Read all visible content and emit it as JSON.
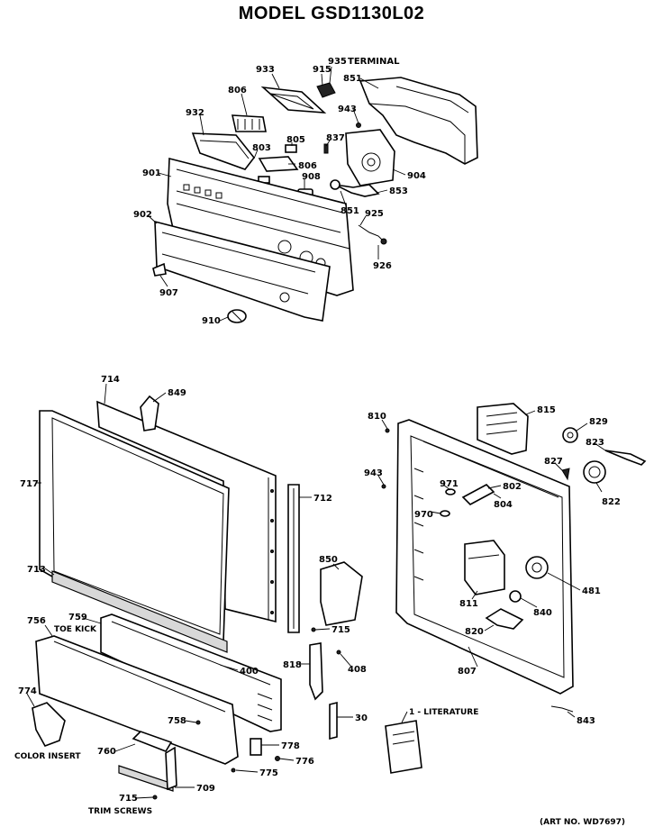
{
  "title": "MODEL GSD1130L02",
  "art_number": "(ART NO. WD7697)",
  "part_labels": {
    "p933": "933",
    "p915": "915",
    "p935": "935",
    "terminal": "TERMINAL",
    "p851a": "851",
    "p806a": "806",
    "p943a": "943",
    "p932": "932",
    "p805": "805",
    "p837": "837",
    "p803": "803",
    "p806b": "806",
    "p904": "904",
    "p901": "901",
    "p908": "908",
    "p853": "853",
    "p851b": "851",
    "p925": "925",
    "p902": "902",
    "p926": "926",
    "p907": "907",
    "p910": "910",
    "p714": "714",
    "p849": "849",
    "p717": "717",
    "p712": "712",
    "p713": "713",
    "p850": "850",
    "p759": "759",
    "toe_kick": "TOE KICK",
    "p756": "756",
    "p715a": "715",
    "p400": "400",
    "p818": "818",
    "p408": "408",
    "p774": "774",
    "p30": "30",
    "p758": "758",
    "p778a": "778",
    "color_insert": "COLOR INSERT",
    "p760": "760",
    "p776": "776",
    "p775": "775",
    "p709": "709",
    "p715b": "715",
    "trim_screws": "TRIM SCREWS",
    "p810": "810",
    "p815": "815",
    "p829": "829",
    "p823": "823",
    "p827": "827",
    "p943b": "943",
    "p971": "971",
    "p802": "802",
    "p804": "804",
    "p970": "970",
    "p822": "822",
    "p481": "481",
    "p811": "811",
    "p840": "840",
    "p820": "820",
    "p807": "807",
    "literature": "1 - LITERATURE",
    "p843": "843"
  }
}
